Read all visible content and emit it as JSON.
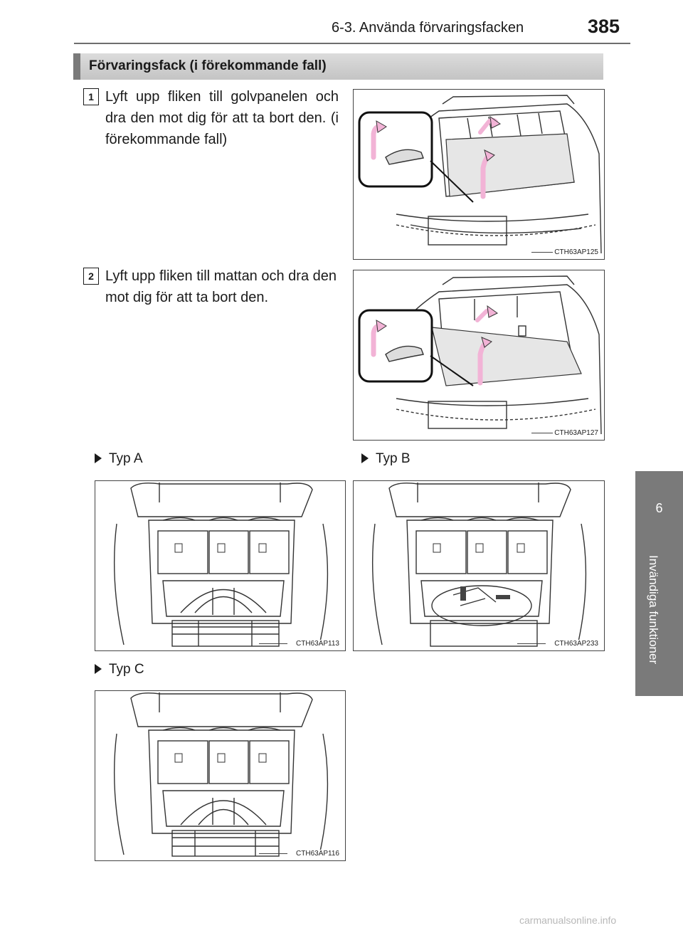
{
  "header": {
    "section": "6-3. Använda förvaringsfacken",
    "page_number": "385"
  },
  "side_tab": {
    "chapter_number": "6",
    "chapter_title": "Invändiga funktioner"
  },
  "section": {
    "title": "Förvaringsfack (i förekommande fall)"
  },
  "steps": [
    {
      "number": "1",
      "text": "Lyft upp fliken till golvpanelen och dra den mot dig för att ta bort den. (i förekommande fall)",
      "figure_code": "CTH63AP125"
    },
    {
      "number": "2",
      "text": "Lyft upp fliken till mattan och dra den mot dig för att ta bort den.",
      "figure_code": "CTH63AP127"
    }
  ],
  "types": [
    {
      "label": "Typ A",
      "figure_code": "CTH63AP113"
    },
    {
      "label": "Typ B",
      "figure_code": "CTH63AP233"
    },
    {
      "label": "Typ C",
      "figure_code": "CTH63AP116"
    }
  ],
  "watermark": "carmanualsonline.info",
  "colors": {
    "accent_gray": "#7a7a7a",
    "arrow_pink": "#f2b3d6"
  },
  "icons": [
    "right-triangle-bullet-icon",
    "lift-arrow-icon"
  ]
}
